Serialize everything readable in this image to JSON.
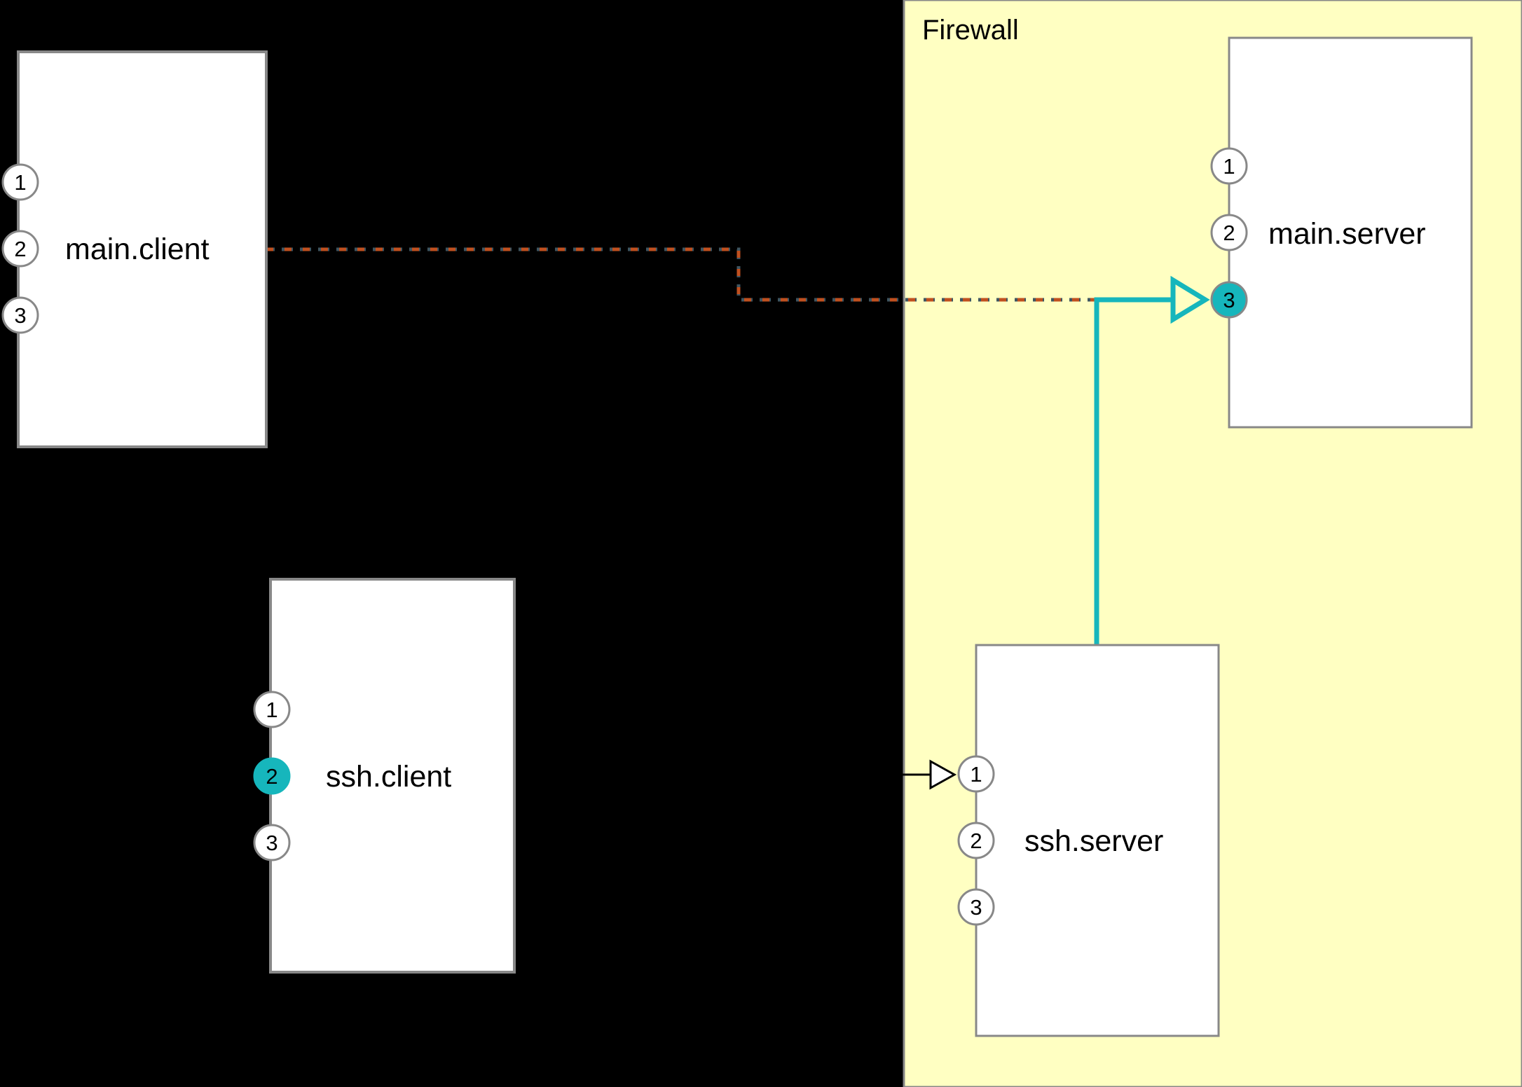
{
  "firewall": {
    "label": "Firewall",
    "fill": "#ffffc2"
  },
  "nodes": {
    "main_client": {
      "label": "main.client",
      "ports": [
        "1",
        "2",
        "3"
      ]
    },
    "ssh_client": {
      "label": "ssh.client",
      "ports": [
        "1",
        "2",
        "3"
      ]
    },
    "main_server": {
      "label": "main.server",
      "ports": [
        "1",
        "2",
        "3"
      ]
    },
    "ssh_server": {
      "label": "ssh.server",
      "ports": [
        "1",
        "2",
        "3"
      ]
    }
  },
  "colors": {
    "highlight_port": "#16b6bc",
    "tunnel_line": "#16b6bc",
    "forward_line": "#c0501f",
    "forward_line_dark": "#3f5560"
  },
  "edges": [
    {
      "from": "main_client",
      "to": "main_server.port.3",
      "style": "dashed"
    },
    {
      "from": "ssh_server",
      "to": "main_server.port.3",
      "style": "solid-arrow"
    },
    {
      "from": "ssh_client",
      "to": "ssh_server.port.1",
      "style": "arrow"
    }
  ],
  "highlighted_ports": [
    "ssh_client.2",
    "main_server.3"
  ]
}
